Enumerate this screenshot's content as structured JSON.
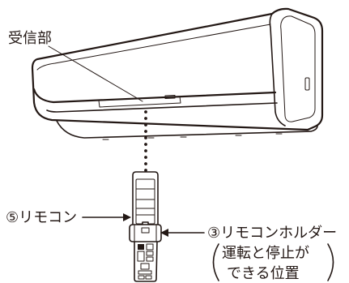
{
  "labels": {
    "receiver": "受信部",
    "remote": "⑤リモコン",
    "holder": "③リモコンホルダー",
    "holder_note": [
      "運転と停止が",
      "できる位置"
    ]
  },
  "colors": {
    "ink": "#231815",
    "background": "#ffffff"
  }
}
